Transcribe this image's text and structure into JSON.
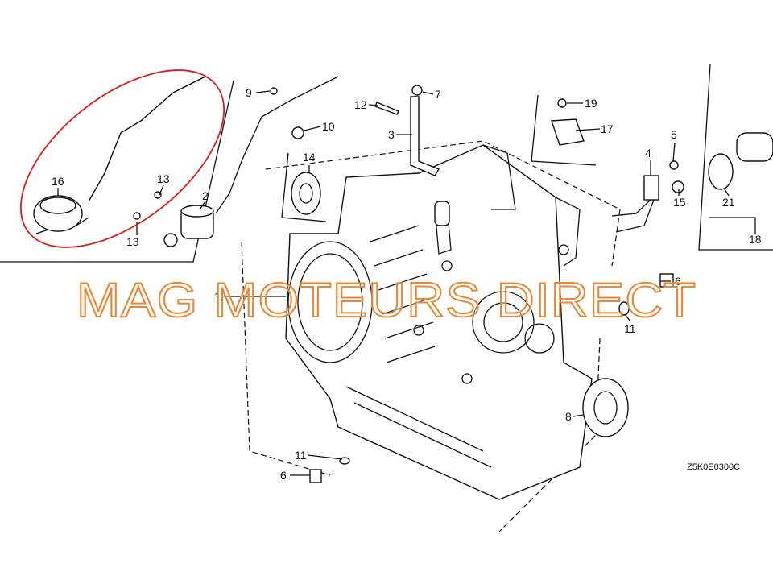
{
  "diagram": {
    "diagram_code": "Z5K0E0300C",
    "watermark": "MAG MOTEURS DIRECT",
    "highlight_color": "#d42020",
    "watermark_color": "#e8893a",
    "callouts": {
      "c1": "1",
      "c2": "2",
      "c3": "3",
      "c4": "4",
      "c5": "5",
      "c6a": "6",
      "c6b": "6",
      "c7": "7",
      "c8": "8",
      "c9": "9",
      "c10": "10",
      "c11a": "11",
      "c11b": "11",
      "c12": "12",
      "c13a": "13",
      "c13b": "13",
      "c14": "14",
      "c15": "15",
      "c16": "16",
      "c17": "17",
      "c18": "18",
      "c19": "19",
      "c21": "21"
    }
  }
}
